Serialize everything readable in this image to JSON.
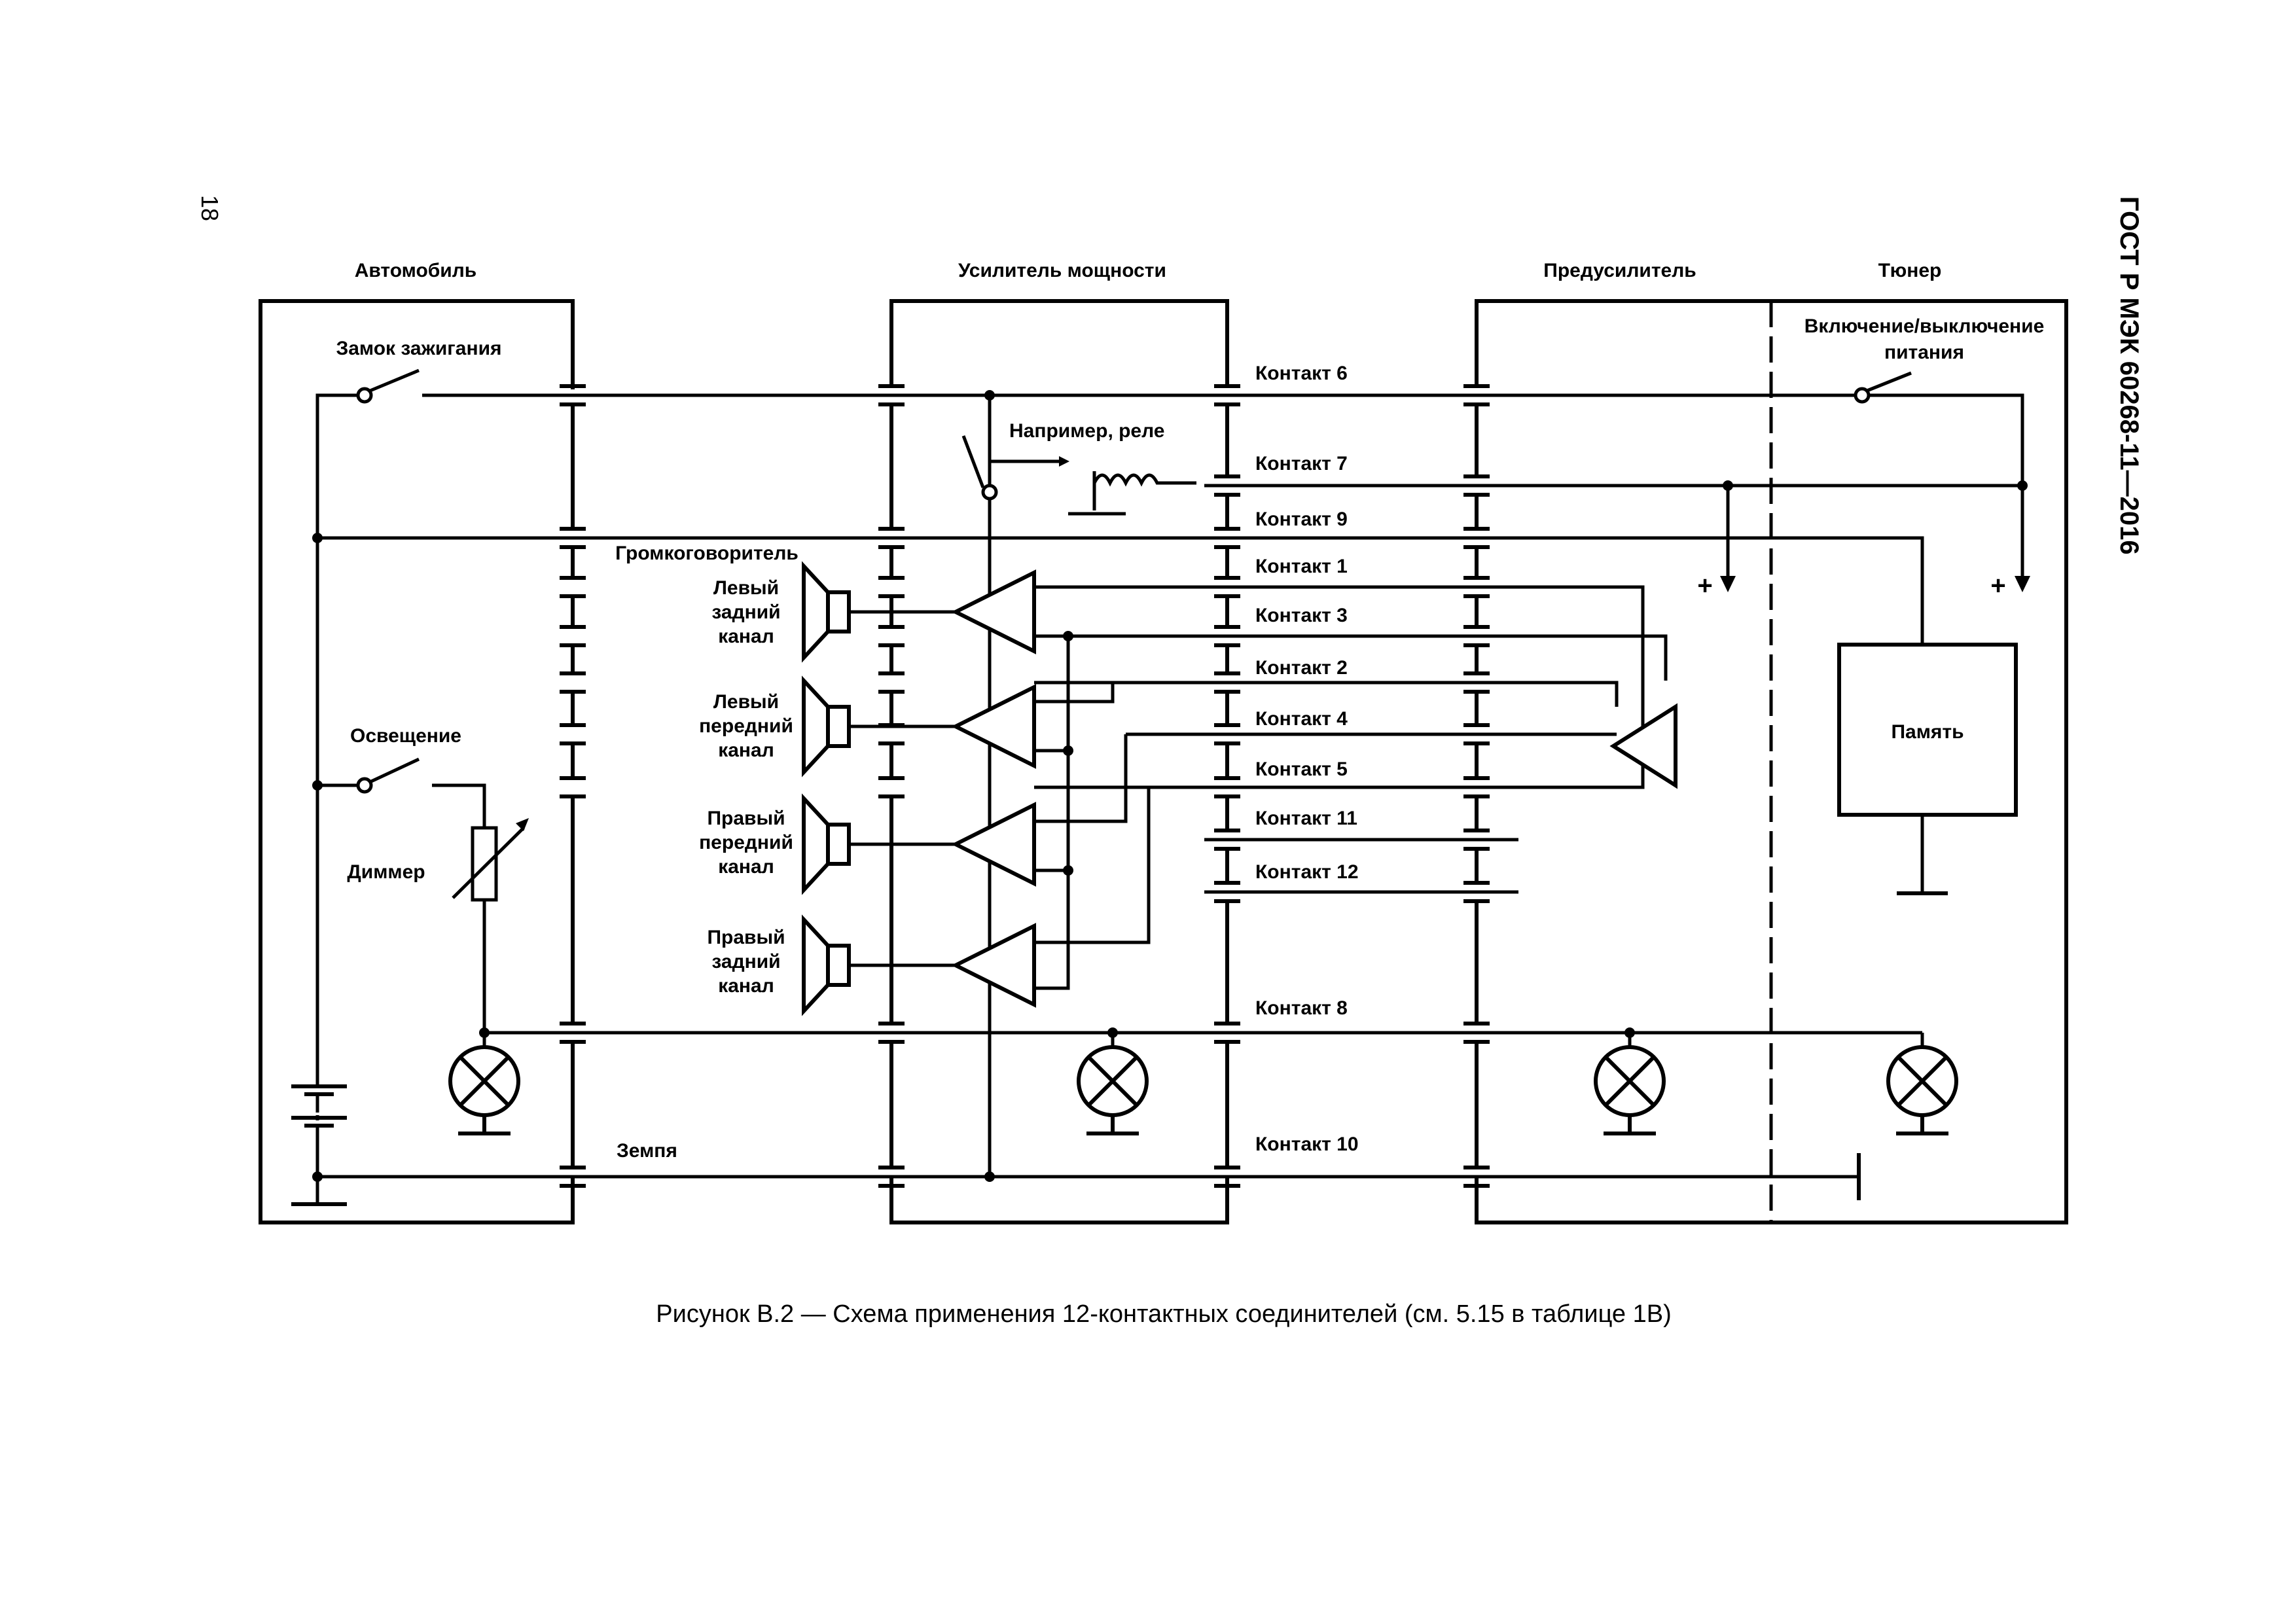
{
  "header": {
    "page_number": "18",
    "standard": "ГОСТ Р МЭК 60268-11—2016"
  },
  "blocks": {
    "car": "Автомобиль",
    "power_amp": "Усилитель мощности",
    "preamp": "Предусилитель",
    "tuner": "Тюнер"
  },
  "labels": {
    "ignition": "Замок зажигания",
    "power_switch_1": "Включение/выключение",
    "power_switch_2": "питания",
    "relay": "Например, реле",
    "speaker": "Громкоговоритель",
    "rear_left_1": "Левый",
    "rear_left_2": "задний",
    "rear_left_3": "канал",
    "front_left_1": "Левый",
    "front_left_2": "передний",
    "front_left_3": "канал",
    "front_right_1": "Правый",
    "front_right_2": "передний",
    "front_right_3": "канал",
    "rear_right_1": "Правый",
    "rear_right_2": "задний",
    "rear_right_3": "канал",
    "lighting": "Освещение",
    "dimmer": "Диммер",
    "ground": "Земпя",
    "memory": "Память",
    "plus": "+"
  },
  "contacts": {
    "c6": "Контакт 6",
    "c7": "Контакт 7",
    "c9": "Контакт 9",
    "c1": "Контакт 1",
    "c3": "Контакт 3",
    "c2": "Контакт 2",
    "c4": "Контакт 4",
    "c5": "Контакт 5",
    "c11": "Контакт 11",
    "c12": "Контакт 12",
    "c8": "Контакт 8",
    "c10": "Контакт 10"
  },
  "caption": "Рисунок В.2 — Схема применения 12-контактных соединителей (см. 5.15 в таблице 1В)"
}
